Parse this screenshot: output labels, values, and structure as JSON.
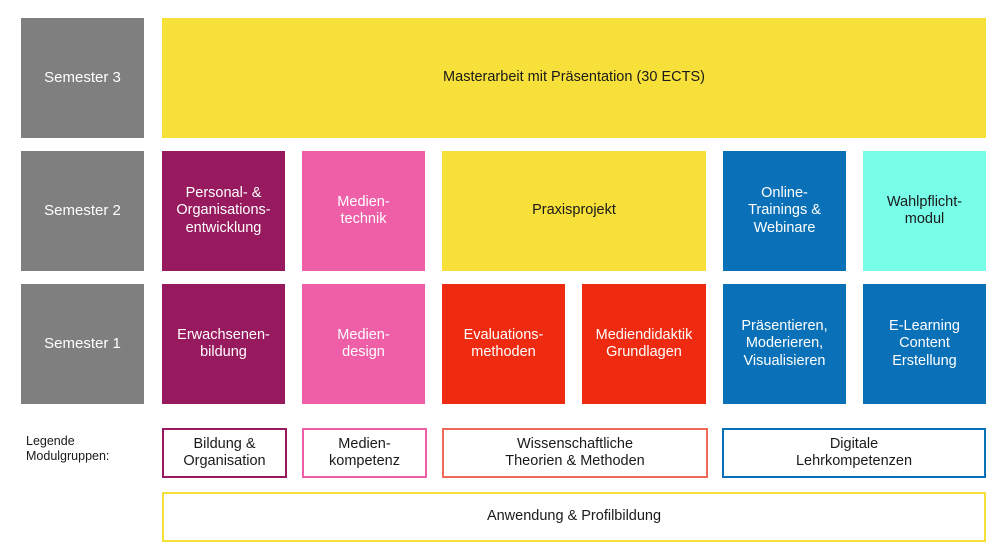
{
  "colors": {
    "semester_bg": "#7f7f7f",
    "bildung": "#97195e",
    "medien": "#ee5fa8",
    "praxis": "#f7e03a",
    "wissenschaft": "#ee2a10",
    "digital": "#0a71b9",
    "wahlpflicht": "#78fde8"
  },
  "semesters": {
    "s3": "Semester 3",
    "s2": "Semester 2",
    "s1": "Semester 1"
  },
  "modules": {
    "masterarbeit": "Masterarbeit mit Präsentation (30 ECTS)",
    "personal": "Personal- &\nOrganisations-\nentwicklung",
    "medientechnik": "Medien-\ntechnik",
    "praxisprojekt": "Praxisprojekt",
    "online_trainings": "Online-\nTrainings &\nWebinare",
    "wahlpflicht": "Wahlpflicht-\nmodul",
    "erwachsenenbildung": "Erwachsenen-\nbildung",
    "mediendesign": "Medien-\ndesign",
    "evaluation": "Evaluations-\nmethoden",
    "mediendidaktik": "Mediendidaktik\nGrundlagen",
    "praesentieren": "Präsentieren,\nModerieren,\nVisualisieren",
    "elearning": "E-Learning\nContent\nErstellung"
  },
  "legend": {
    "title": "Legende\nModulgruppen:",
    "bildung": "Bildung &\nOrganisation",
    "medien": "Medien-\nkompetenz",
    "wissenschaft": "Wissenschaftliche\nTheorien & Methoden",
    "digital": "Digitale\nLehrkompetenzen",
    "anwendung": "Anwendung & Profilbildung"
  }
}
